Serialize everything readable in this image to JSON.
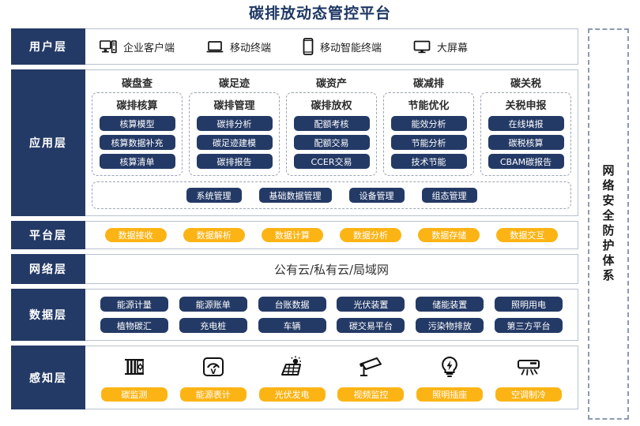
{
  "title": "碳排放动态管控平台",
  "security_bar": {
    "label": "网络安全防护体系"
  },
  "layers": {
    "user": {
      "label": "用户层",
      "items": [
        {
          "icon": "desktop-tower-icon",
          "label": "企业客户端"
        },
        {
          "icon": "laptop-icon",
          "label": "移动终端"
        },
        {
          "icon": "smartphone-icon",
          "label": "移动智能终端"
        },
        {
          "icon": "monitor-icon",
          "label": "大屏幕"
        }
      ]
    },
    "application": {
      "label": "应用层",
      "groups": [
        {
          "title": "碳盘查",
          "subtitle": "碳排核算",
          "items": [
            "核算模型",
            "核算数据补充",
            "核算清单"
          ]
        },
        {
          "title": "碳足迹",
          "subtitle": "碳排管理",
          "items": [
            "碳排分析",
            "碳足迹建模",
            "碳排报告"
          ]
        },
        {
          "title": "碳资产",
          "subtitle": "碳排放权",
          "items": [
            "配额考核",
            "配额交易",
            "CCER交易"
          ]
        },
        {
          "title": "碳减排",
          "subtitle": "节能优化",
          "items": [
            "能效分析",
            "节能分析",
            "技术节能"
          ]
        },
        {
          "title": "碳关税",
          "subtitle": "关税申报",
          "items": [
            "在线填报",
            "碳税核算",
            "CBAM碳报告"
          ]
        }
      ],
      "management": [
        "系统管理",
        "基础数据管理",
        "设备管理",
        "组态管理"
      ]
    },
    "platform": {
      "label": "平台层",
      "items": [
        "数据接收",
        "数据解析",
        "数据计算",
        "数据分析",
        "数据存储",
        "数据交互"
      ]
    },
    "network": {
      "label": "网络层",
      "text": "公有云/私有云/局域网"
    },
    "data": {
      "label": "数据层",
      "row1": [
        "能源计量",
        "能源账单",
        "台账数据",
        "光伏装置",
        "储能装置",
        "照明用电"
      ],
      "row2": [
        "植物碳汇",
        "充电桩",
        "车辆",
        "碳交易平台",
        "污染物排放",
        "第三方平台"
      ]
    },
    "sense": {
      "label": "感知层",
      "items": [
        {
          "icon": "gas-cylinder-rack-icon",
          "label": "碳监测"
        },
        {
          "icon": "energy-meter-icon",
          "label": "能源表计"
        },
        {
          "icon": "solar-panel-icon",
          "label": "光伏发电"
        },
        {
          "icon": "cctv-camera-icon",
          "label": "视频监控"
        },
        {
          "icon": "light-bulb-icon",
          "label": "照明插座"
        },
        {
          "icon": "air-conditioner-icon",
          "label": "空调制冷"
        }
      ]
    }
  },
  "colors": {
    "navy": "#243a66",
    "yellow": "#fcb415",
    "title": "#1f3864",
    "border": "#b9c0cf"
  }
}
